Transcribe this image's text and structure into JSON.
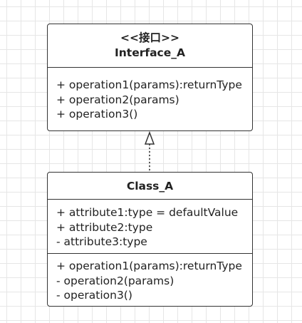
{
  "interface": {
    "stereotype": "<<接口>>",
    "name": "Interface_A",
    "operations": [
      "+ operation1(params):returnType",
      "+ operation2(params)",
      "+ operation3()"
    ]
  },
  "class": {
    "name": "Class_A",
    "attributes": [
      "+ attribute1:type = defaultValue",
      "+ attribute2:type",
      "- attribute3:type"
    ],
    "operations": [
      "+ operation1(params):returnType",
      "- operation2(params)",
      "- operation3()"
    ]
  },
  "relationship": {
    "type": "realization",
    "line_color": "#333333"
  }
}
